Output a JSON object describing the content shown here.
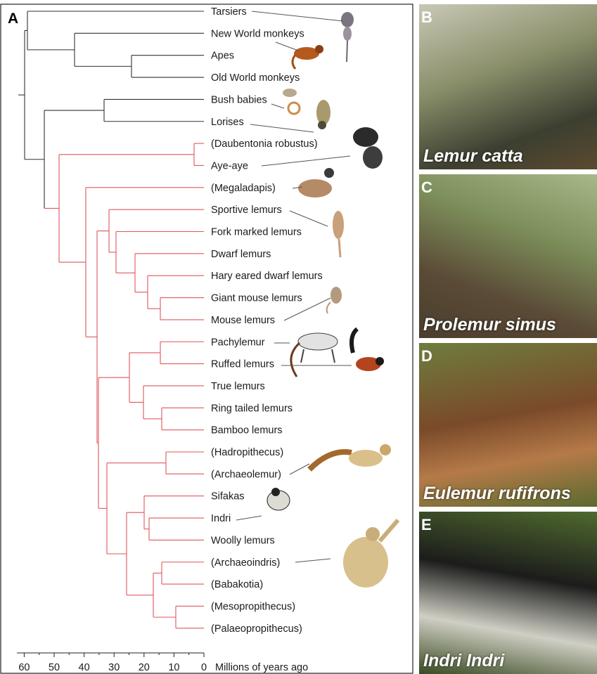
{
  "panel_a": {
    "letter": "A",
    "taxa": [
      "Tarsiers",
      "New World monkeys",
      "Apes",
      "Old World monkeys",
      "Bush babies",
      "Lorises",
      "(Daubentonia robustus)",
      "Aye-aye",
      "(Megaladapis)",
      "Sportive lemurs",
      "Fork marked lemurs",
      "Dwarf lemurs",
      "Hary eared dwarf lemurs",
      "Giant mouse lemurs",
      "Mouse lemurs",
      "Pachylemur",
      "Ruffed lemurs",
      "True lemurs",
      "Ring tailed lemurs",
      "Bamboo lemurs",
      "(Hadropithecus)",
      "(Archaeolemur)",
      "Sifakas",
      "Indri",
      "Woolly lemurs",
      "(Archaeoindris)",
      "(Babakotia)",
      "(Mesopropithecus)",
      "(Palaeopropithecus)"
    ],
    "axis": {
      "ticks": [
        "60",
        "50",
        "40",
        "30",
        "20",
        "10",
        "0"
      ],
      "label": "Millions of years ago"
    },
    "colors": {
      "lemur_branches": "#e0575b",
      "other_branches": "#333333"
    }
  },
  "photos": [
    {
      "letter": "B",
      "caption": "Lemur catta",
      "colors": [
        "#8a8f6a",
        "#3c3f30",
        "#c9c8b6"
      ]
    },
    {
      "letter": "C",
      "caption": "Prolemur simus",
      "colors": [
        "#7d8f5a",
        "#5a4a36",
        "#a8b88a"
      ]
    },
    {
      "letter": "D",
      "caption": "Eulemur rufifrons",
      "colors": [
        "#6e7d3e",
        "#7a4a2a",
        "#b57a48"
      ]
    },
    {
      "letter": "E",
      "caption": "Indri Indri",
      "colors": [
        "#4f6a2e",
        "#1c1c1c",
        "#cfcfc4"
      ]
    }
  ]
}
